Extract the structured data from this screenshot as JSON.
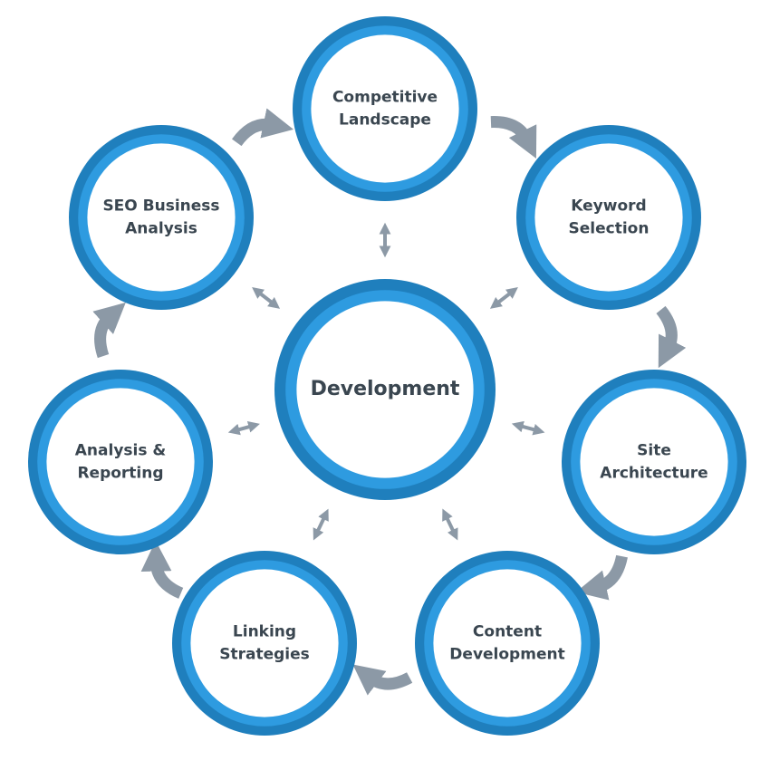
{
  "diagram": {
    "center": {
      "id": "development",
      "lines": [
        "Development"
      ]
    },
    "nodes": [
      {
        "id": "competitive-landscape",
        "lines": [
          "Competitive",
          "Landscape"
        ]
      },
      {
        "id": "keyword-selection",
        "lines": [
          "Keyword",
          "Selection"
        ]
      },
      {
        "id": "site-architecture",
        "lines": [
          "Site",
          "Architecture"
        ]
      },
      {
        "id": "content-development",
        "lines": [
          "Content",
          "Development"
        ]
      },
      {
        "id": "linking-strategies",
        "lines": [
          "Linking",
          "Strategies"
        ]
      },
      {
        "id": "analysis-reporting",
        "lines": [
          "Analysis &",
          "Reporting"
        ]
      },
      {
        "id": "seo-business-analysis",
        "lines": [
          "SEO Business",
          "Analysis"
        ]
      }
    ],
    "cycle_edges": [
      {
        "from": "seo-business-analysis",
        "to": "competitive-landscape"
      },
      {
        "from": "competitive-landscape",
        "to": "keyword-selection"
      },
      {
        "from": "keyword-selection",
        "to": "site-architecture"
      },
      {
        "from": "site-architecture",
        "to": "content-development"
      },
      {
        "from": "content-development",
        "to": "linking-strategies"
      },
      {
        "from": "linking-strategies",
        "to": "analysis-reporting"
      },
      {
        "from": "analysis-reporting",
        "to": "seo-business-analysis"
      }
    ],
    "spoke_edges": [
      {
        "from": "development",
        "to": "competitive-landscape",
        "bidirectional": true
      },
      {
        "from": "development",
        "to": "keyword-selection",
        "bidirectional": true
      },
      {
        "from": "development",
        "to": "site-architecture",
        "bidirectional": true
      },
      {
        "from": "development",
        "to": "content-development",
        "bidirectional": true
      },
      {
        "from": "development",
        "to": "linking-strategies",
        "bidirectional": true
      },
      {
        "from": "development",
        "to": "analysis-reporting",
        "bidirectional": true
      },
      {
        "from": "development",
        "to": "seo-business-analysis",
        "bidirectional": true
      }
    ],
    "colors": {
      "ring_outer": "#1f7fbd",
      "ring_inner": "#2e9be0",
      "node_fill": "#ffffff",
      "text": "#3a4650",
      "arrow": "#8c99a6"
    }
  }
}
